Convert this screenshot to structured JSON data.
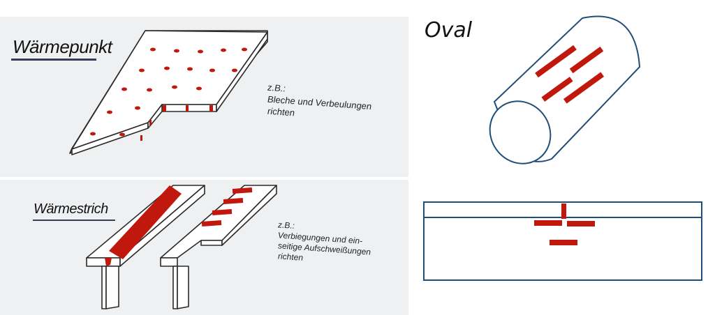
{
  "warmepunkt": {
    "title": "Wärmepunkt",
    "note_line1": "z.B.:",
    "note_line2": "Bleche und Verbeulungen",
    "note_line3": "richten"
  },
  "warmestrich": {
    "title": "Wärmestrich",
    "note_line1": "z.B.:",
    "note_line2": "Verbiegungen und ein-",
    "note_line3": "seitige Aufschweißungen",
    "note_line4": "richten"
  },
  "oval": {
    "label": "Oval"
  },
  "colors": {
    "heat_mark": "#c0180c",
    "outline_blue": "#1f4e79",
    "panel_background": "#eef0f2",
    "ink": "#2a2a2a"
  }
}
